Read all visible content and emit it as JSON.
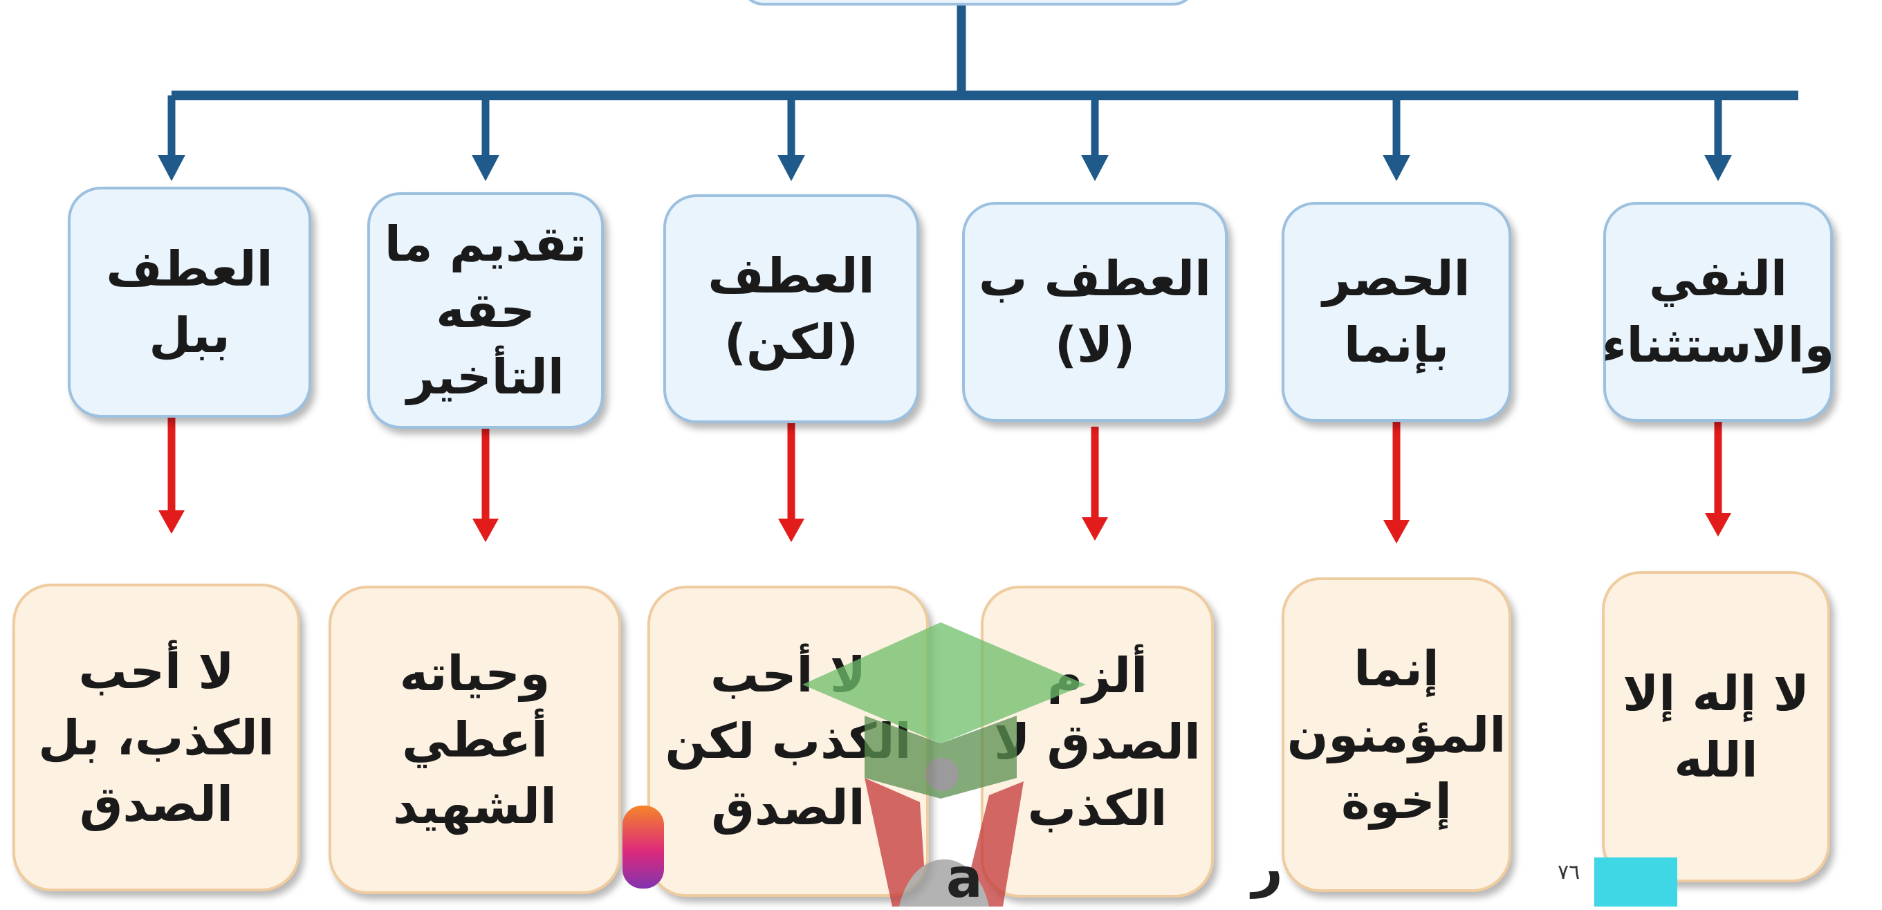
{
  "diagram": {
    "line_color": "#1f5a8a",
    "arrow_color": "#e21b1b",
    "categories": [
      {
        "lines": [
          "النفي",
          "والاستثناء"
        ]
      },
      {
        "lines": [
          "الحصر",
          "بإنما"
        ]
      },
      {
        "lines": [
          "العطف ب",
          "(لا)"
        ]
      },
      {
        "lines": [
          "العطف",
          "(لكن)"
        ]
      },
      {
        "lines": [
          "تقديم ما",
          "حقه",
          "التأخير"
        ]
      },
      {
        "lines": [
          "العطف",
          "ببل"
        ]
      }
    ],
    "examples": [
      {
        "lines": [
          "لا إله إلا",
          "الله"
        ]
      },
      {
        "lines": [
          "إنما",
          "المؤمنون",
          "إخوة"
        ]
      },
      {
        "lines": [
          "ألزم",
          "الصدق لا",
          "الكذب"
        ]
      },
      {
        "lines": [
          "لا أحب",
          "الكذب لكن",
          "الصدق"
        ]
      },
      {
        "lines": [
          "وحياته",
          "أعطي",
          "الشهيد"
        ]
      },
      {
        "lines": [
          "لا أحب",
          "الكذب، بل",
          "الصدق"
        ]
      }
    ]
  },
  "watermark_text": "a",
  "partial_text_right": "ر",
  "page_number": "٧٦"
}
